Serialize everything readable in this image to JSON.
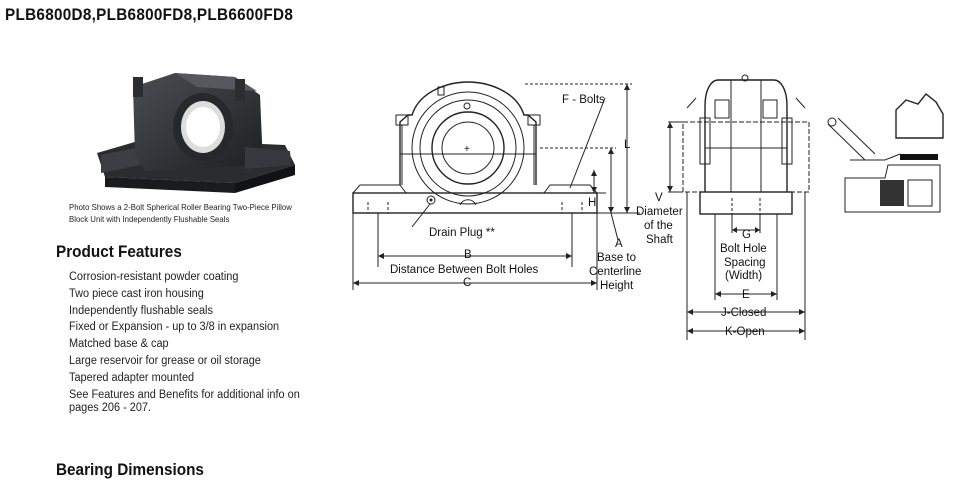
{
  "title": "PLB6800D8,PLB6800FD8,PLB6600FD8",
  "photo_caption": "Photo Shows a 2-Bolt Spherical Roller Bearing Two-Piece Pillow Block Unit with Independently Flushable Seals",
  "features_heading": "Product Features",
  "features": [
    "Corrosion-resistant powder coating",
    "Two piece cast iron housing",
    "Independently flushable seals",
    "Fixed or Expansion - up to 3/8 in expansion",
    "Matched base & cap",
    "Large reservoir for grease or oil storage",
    "Tapered adapter mounted",
    "See Features and Benefits for additional info on pages 206 - 207."
  ],
  "dimensions_heading": "Bearing Dimensions",
  "labels": {
    "f_bolts": "F - Bolts",
    "l": "L",
    "h": "H",
    "drain_plug": "Drain Plug **",
    "b": "B",
    "b_desc": "Distance Between Bolt Holes",
    "c": "C",
    "a": "A",
    "a_desc1": "Base to",
    "a_desc2": "Centerline",
    "a_desc3": "Height",
    "v": "V",
    "v_desc1": "Diameter",
    "v_desc2": "of the",
    "v_desc3": "Shaft",
    "g": "G",
    "g_desc1": "Bolt Hole",
    "g_desc2": "Spacing",
    "g_desc3": "(Width)",
    "e": "E",
    "j": "J-Closed",
    "k": "K-Open"
  }
}
